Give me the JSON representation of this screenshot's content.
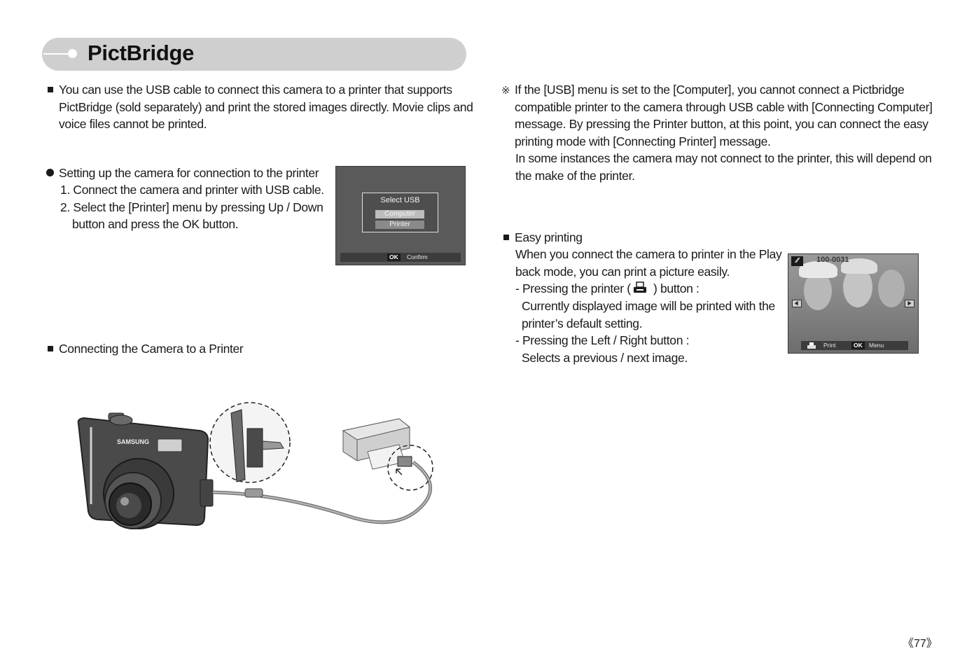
{
  "header": {
    "title": "PictBridge"
  },
  "left": {
    "intro": [
      "You can use the USB cable to connect this camera to a printer that supports",
      "PictBridge (sold separately) and print the stored images directly. Movie clips and",
      "voice files cannot be printed."
    ],
    "setup": {
      "heading": "Setting up the camera for connection to the printer",
      "step1": "1. Connect the camera and printer with USB cable.",
      "step2_line1": "2. Select the [Printer] menu by pressing Up / Down",
      "step2_line2": "button and press the OK button."
    },
    "connect_heading": "Connecting the Camera to a Printer"
  },
  "usb_screen": {
    "title": "Select USB",
    "options": [
      "Computer",
      "Printer"
    ],
    "ok_label": "OK",
    "confirm_label": "Confirm"
  },
  "right": {
    "note_mark": "※",
    "note": [
      "If the [USB] menu is set to the [Computer], you cannot connect a Pictbridge",
      "compatible printer to the camera through USB cable with [Connecting Computer]",
      "message. By pressing the Printer button, at this point, you can connect the easy",
      "printing mode with [Connecting Printer] message.",
      "In some instances the camera may not connect to the printer, this will depend on",
      "the make of the printer."
    ],
    "easy": {
      "heading": "Easy printing",
      "line1": "When you connect the camera to printer in the Play",
      "line2": "back mode, you can print a picture easily.",
      "line3_pre": "- Pressing the printer (",
      "line3_post": ") button :",
      "line4": "Currently displayed image will be printed with the",
      "line5": "printer’s default setting.",
      "line6": "- Pressing the Left / Right button :",
      "line7": "Selects a previous / next image."
    }
  },
  "photo_screen": {
    "file_number": "100-0031",
    "print_label": "Print",
    "ok_label": "OK",
    "menu_label": "Menu"
  },
  "illustration": {
    "brand": "SAMSUNG"
  },
  "footer": {
    "page_number": "《77》"
  }
}
